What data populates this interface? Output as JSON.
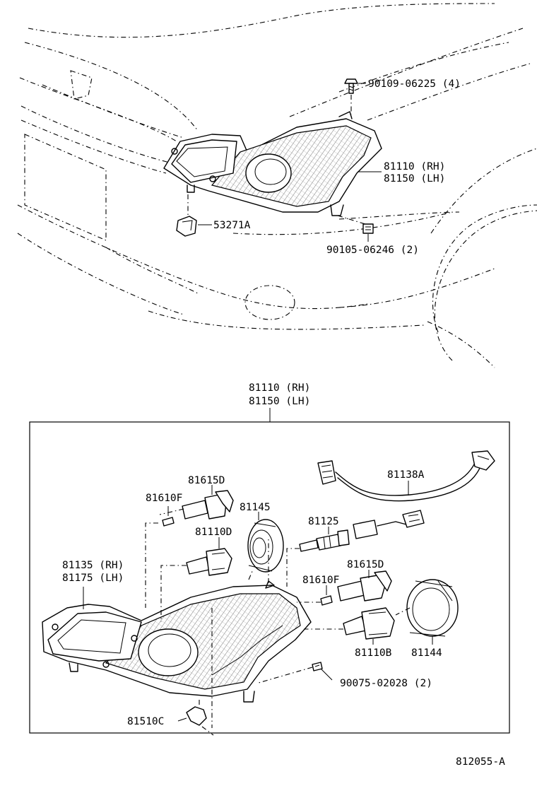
{
  "top": {
    "bolt": "90109-06225 (4)",
    "headlamp_rh": "81110 (RH)",
    "headlamp_lh": "81150 (LH)",
    "clip": "53271A",
    "nut": "90105-06246 (2)"
  },
  "bottom": {
    "assembly_rh": "81110 (RH)",
    "assembly_lh": "81150 (LH)",
    "wire": "81138A",
    "bulb_d_upper": "81615D",
    "bulb_f_upper": "81610F",
    "cover_upper": "81145",
    "bulb_110d": "81110D",
    "socket": "81125",
    "housing_rh": "81135 (RH)",
    "housing_lh": "81175 (LH)",
    "bulb_f_lower": "81610F",
    "bulb_d_lower": "81615D",
    "bulb_110b": "81110B",
    "cover_lower": "81144",
    "screw": "90075-02028 (2)",
    "bulb_510c": "81510C"
  },
  "diagram_code": "812055-A"
}
